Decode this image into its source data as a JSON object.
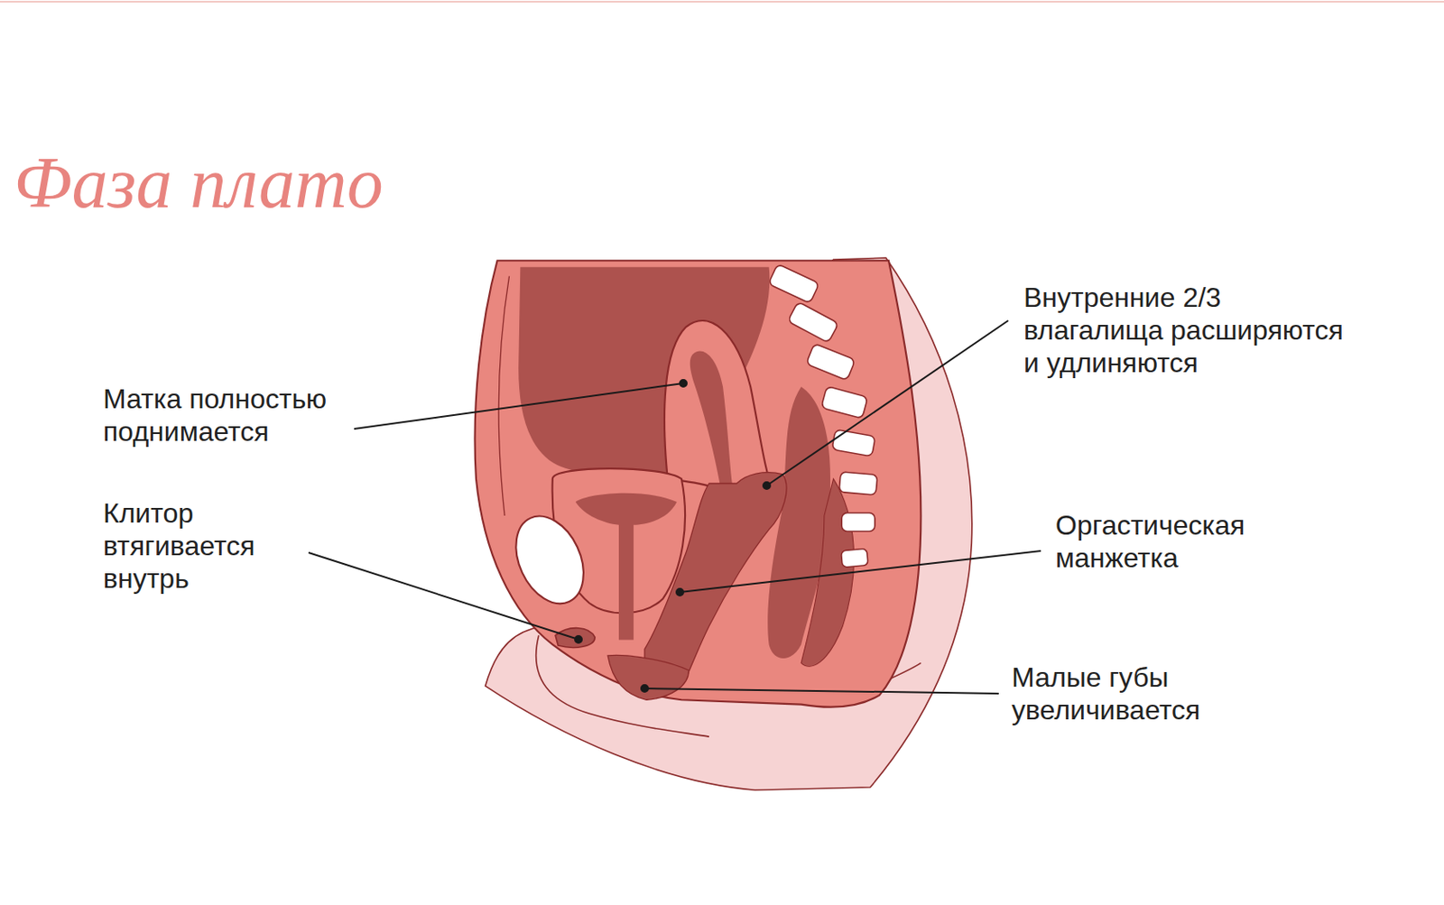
{
  "diagram": {
    "title": "Фаза плато",
    "labels": [
      "Матка полностью поднимается",
      "Клитор втягивается внутрь",
      "Внутренние 2/3 влагалища расширяются и удлиняются",
      "Оргастическая манжетка",
      "Малые губы увеличивается"
    ]
  }
}
